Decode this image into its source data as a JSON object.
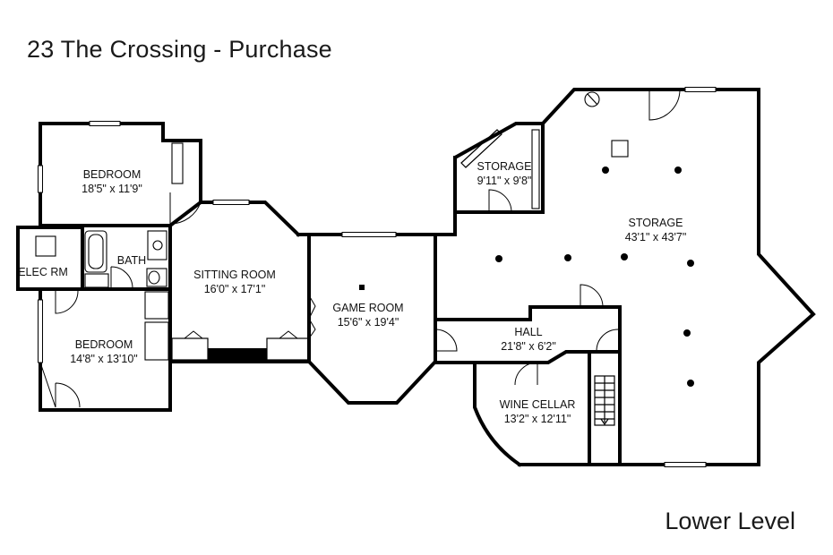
{
  "title": "23 The Crossing - Purchase",
  "level": "Lower Level",
  "rooms": [
    {
      "id": "bedroom1",
      "name": "BEDROOM",
      "dims": "18'5\" x 11'9\""
    },
    {
      "id": "bath",
      "name": "BATH",
      "dims": ""
    },
    {
      "id": "elec",
      "name": "ELEC RM",
      "dims": ""
    },
    {
      "id": "bedroom2",
      "name": "BEDROOM",
      "dims": "14'8\" x 13'10\""
    },
    {
      "id": "sitting",
      "name": "SITTING ROOM",
      "dims": "16'0\" x 17'1\""
    },
    {
      "id": "game",
      "name": "GAME ROOM",
      "dims": "15'6\" x 19'4\""
    },
    {
      "id": "storage_small",
      "name": "STORAGE",
      "dims": "9'11\" x 9'8\""
    },
    {
      "id": "storage_large",
      "name": "STORAGE",
      "dims": "43'1\" x 43'7\""
    },
    {
      "id": "hall",
      "name": "HALL",
      "dims": "21'8\" x 6'2\""
    },
    {
      "id": "wine",
      "name": "WINE CELLAR",
      "dims": "13'2\" x 12'11\""
    }
  ]
}
